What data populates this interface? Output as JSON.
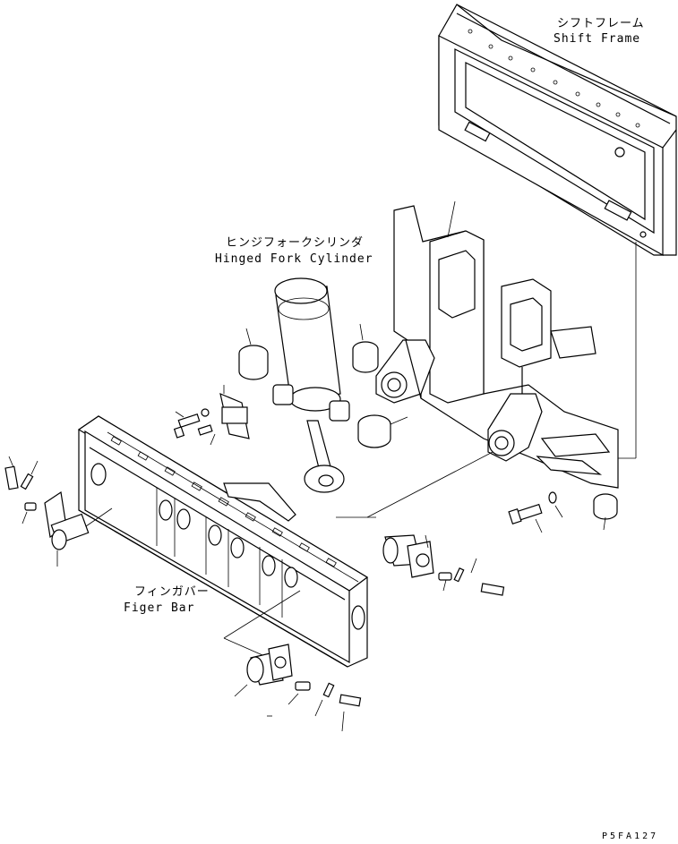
{
  "labels": {
    "shift_frame_jp": "シフトフレーム",
    "shift_frame_en": "Shift Frame",
    "hinged_cylinder_jp": "ヒンジフォークシリンダ",
    "hinged_cylinder_en": "Hinged Fork Cylinder",
    "finger_bar_jp": "フィンガバー",
    "finger_bar_en": "Figer Bar"
  },
  "drawing_code": "P5FA127"
}
